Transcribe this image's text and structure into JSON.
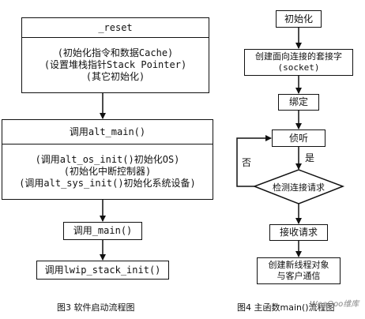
{
  "left_flow": {
    "reset_box": {
      "title": "_reset",
      "lines": [
        "(初始化指令和数据Cache)",
        "(设置堆栈指针Stack Pointer)",
        "(其它初始化)"
      ]
    },
    "main_box": {
      "title": "调用alt_main()",
      "lines": [
        "(调用alt_os_init()初始化OS)",
        "(初始化中断控制器)",
        "(调用alt_sys_init()初始化系统设备)"
      ]
    },
    "call_main": "调用_main()",
    "call_lwip": "调用lwip_stack_init()",
    "caption": "图3 软件启动流程图"
  },
  "right_flow": {
    "init": "初始化",
    "create_socket": [
      "创建面向连接的套接字",
      "(socket)"
    ],
    "bind": "绑定",
    "listen": "侦听",
    "detect": "检测连接请求",
    "yes": "是",
    "no": "否",
    "receive": "接收请求",
    "create_thread": [
      "创建新线程对象",
      "与客户通信"
    ],
    "caption": "图4 主函数main()流程图"
  },
  "watermark": "WeeQoo维库"
}
